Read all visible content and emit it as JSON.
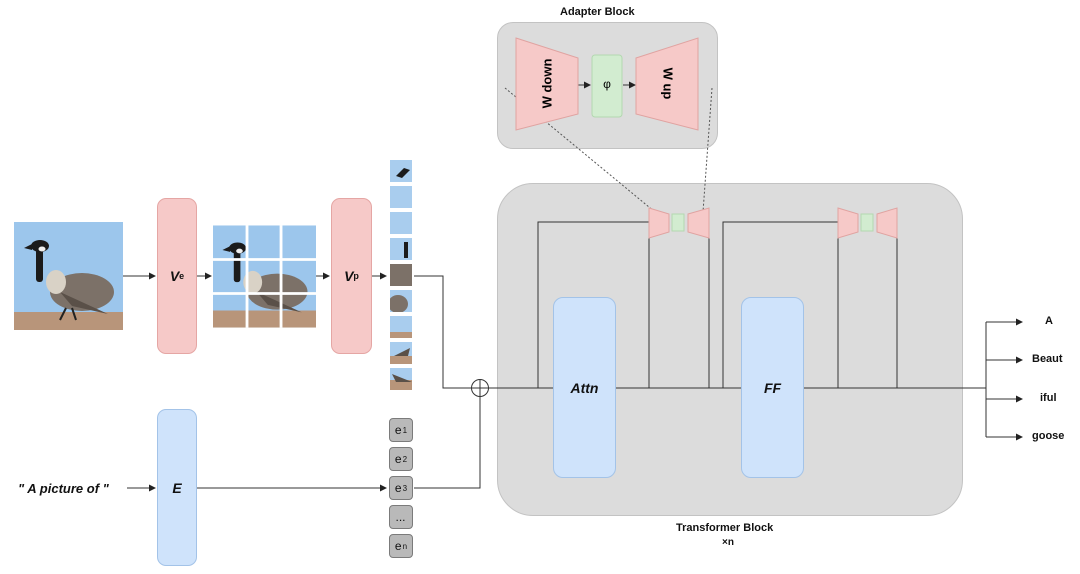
{
  "adapter": {
    "title": "Adapter Block",
    "w_down_label": "W down",
    "phi_label": "φ",
    "w_up_label": "W up"
  },
  "encoders": {
    "ve_base": "V",
    "ve_sup": "e",
    "vp_base": "V",
    "vp_sup": "p",
    "text_encoder": "E"
  },
  "prompt": "\" A picture of \"",
  "tokens": [
    {
      "base": "e",
      "sub": "1"
    },
    {
      "base": "e",
      "sub": "2"
    },
    {
      "base": "e",
      "sub": "3"
    },
    {
      "base": "...",
      "sub": ""
    },
    {
      "base": "e",
      "sub": "n"
    }
  ],
  "transformer": {
    "attn_label": "Attn",
    "ff_label": "FF",
    "title": "Transformer Block",
    "repeat": "×n"
  },
  "outputs": [
    "A",
    "Beaut",
    "iful",
    "goose"
  ],
  "colors": {
    "encoder_pink": "#f6c9c8",
    "encoder_blue": "#cfe3fb",
    "adapter_green": "#d2ecd0",
    "region_gray": "#dcdcdc",
    "token_gray": "#b9b9b9"
  }
}
